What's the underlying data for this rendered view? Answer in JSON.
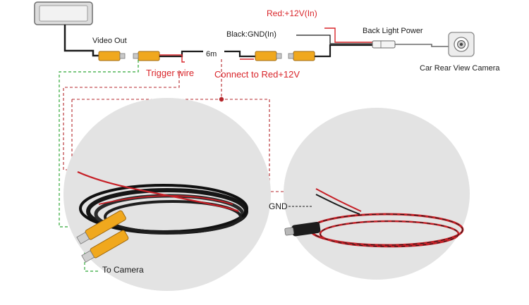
{
  "labels": {
    "red_12v_in": "Red:+12V(In)",
    "black_gnd_in": "Black:GND(In)",
    "back_light_power": "Back Light Power",
    "video_out": "Video Out",
    "length_6m": "6m",
    "trigger_wire": "Trigger wire",
    "connect_to_red": "Connect to Red+12V",
    "car_rear_view_camera": "Car Rear View Camera",
    "gnd": "GND",
    "to_camera": "To Camera"
  },
  "colors": {
    "wire_red": "#d9252a",
    "wire_black": "#1a1a1a",
    "rca_yellow": "#f0a81e",
    "guide_green": "#2fa836",
    "guide_red": "#b4262b",
    "photo_bg": "#e2e2e2"
  }
}
